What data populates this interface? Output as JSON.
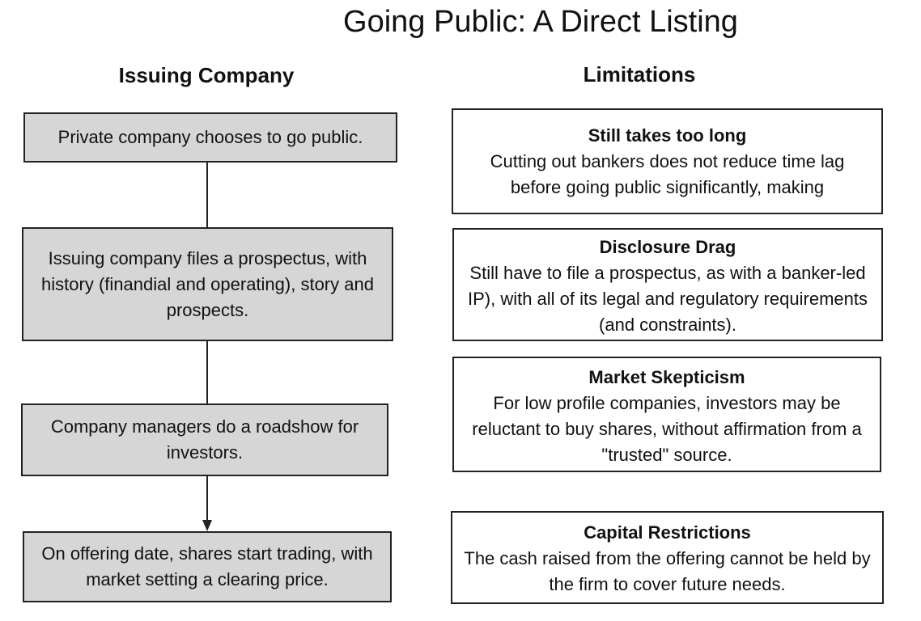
{
  "title": "Going Public: A Direct Listing",
  "columns": {
    "left_heading": "Issuing Company",
    "right_heading": "Limitations"
  },
  "steps": [
    {
      "text": "Private company chooses to go public."
    },
    {
      "text": "Issuing company files a prospectus, with history (finandial and operating), story and prospects."
    },
    {
      "text": "Company managers do a roadshow for investors."
    },
    {
      "text": "On offering date, shares start trading, with market setting a clearing price."
    }
  ],
  "limitations": [
    {
      "heading": "Still takes too long",
      "body": "Cutting out bankers does not reduce time lag before going public significantly, making"
    },
    {
      "heading": "Disclosure Drag",
      "body": "Still have to file a prospectus, as with a banker-led IP), with all of its legal and regulatory requirements (and constraints)."
    },
    {
      "heading": "Market Skepticism",
      "body": "For low profile companies, investors may be reluctant to buy shares, without affirmation from a \"trusted\" source."
    },
    {
      "heading": "Capital Restrictions",
      "body": "The cash raised from the offering cannot be held by the firm to cover future needs."
    }
  ]
}
